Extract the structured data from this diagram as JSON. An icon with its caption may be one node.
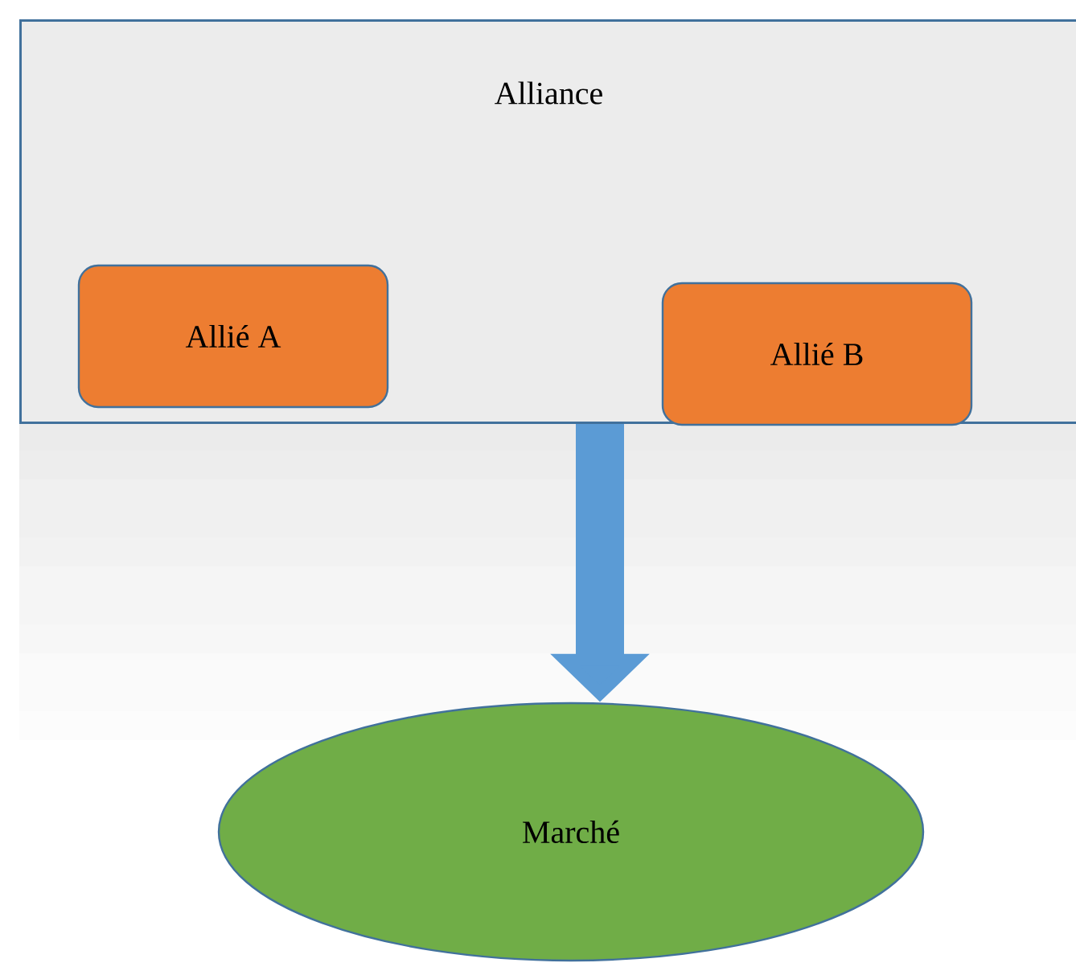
{
  "diagram": {
    "nodes": [
      {
        "text": [
          "Alliance"
        ]
      },
      {
        "text": [
          "Allié A"
        ],
        "in": 0
      },
      {
        "text": [
          "Allié B"
        ],
        "in": 0
      },
      {
        "text": [
          "Marché"
        ]
      }
    ],
    "edges": [
      {
        "from": 0,
        "to": 3,
        "arrow": "to"
      }
    ]
  }
}
